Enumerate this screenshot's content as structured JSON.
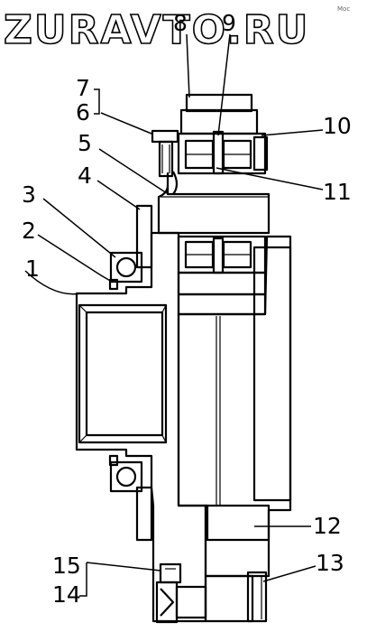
{
  "watermark": "ZURAVTO.RU",
  "corner_mark": "Мос",
  "callouts": [
    "1",
    "2",
    "3",
    "4",
    "5",
    "6",
    "7",
    "8",
    "9",
    "10",
    "11",
    "12",
    "13",
    "14",
    "15"
  ]
}
